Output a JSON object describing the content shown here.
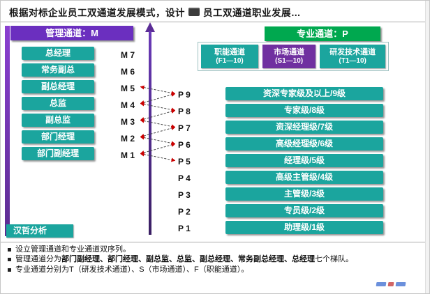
{
  "title": {
    "prefix": "根据对标企业员工双通道发展模式，设计",
    "suffix": "员工双通道职业发展…"
  },
  "colors": {
    "teal": "#1BA59E",
    "banner_purple": "#6B2FBF",
    "channel_purple": "#7030A0",
    "green": "#00A84F",
    "arrow_purple": "#5B2D96",
    "connector_arrow_red": "#CC0000"
  },
  "management": {
    "banner": "管理通道：M",
    "items": [
      "总经理",
      "常务副总",
      "副总经理",
      "总监",
      "副总监",
      "部门经理",
      "部门副经理"
    ],
    "levels": [
      "M 7",
      "M 6",
      "M 5",
      "M 4",
      "M 3",
      "M 2",
      "M 1"
    ]
  },
  "professional": {
    "banner": "专业通道：P",
    "channels": [
      {
        "name": "职能通道",
        "range": "(F1—10)"
      },
      {
        "name": "市场通道",
        "range": "(S1—10)"
      },
      {
        "name": "研发技术通道",
        "range": "(T1—10)"
      }
    ],
    "levels": [
      "P 9",
      "P 8",
      "P 7",
      "P 6",
      "P 5",
      "P 4",
      "P 3",
      "P 2",
      "P 1"
    ],
    "grades": [
      "资深专家级及以上/9级",
      "专家级/8级",
      "资深经理级/7级",
      "高级经理级/6级",
      "经理级/5级",
      "高级主管级/4级",
      "主管级/3级",
      "专员级/2级",
      "助理级/1级"
    ]
  },
  "analysis": {
    "label": "汉哲分析",
    "bullets": {
      "b1": "设立管理通道和专业通道双序列。",
      "b2_pre": "管理通道分为",
      "b2_bold": "部门副经理、部门经理、副总监、总监、副总经理、常务副总经理、总经理",
      "b2_post": "七个梯队。",
      "b3": "专业通道分别为T（研发技术通道）、S（市场通道）、F（职能通道）。"
    }
  }
}
